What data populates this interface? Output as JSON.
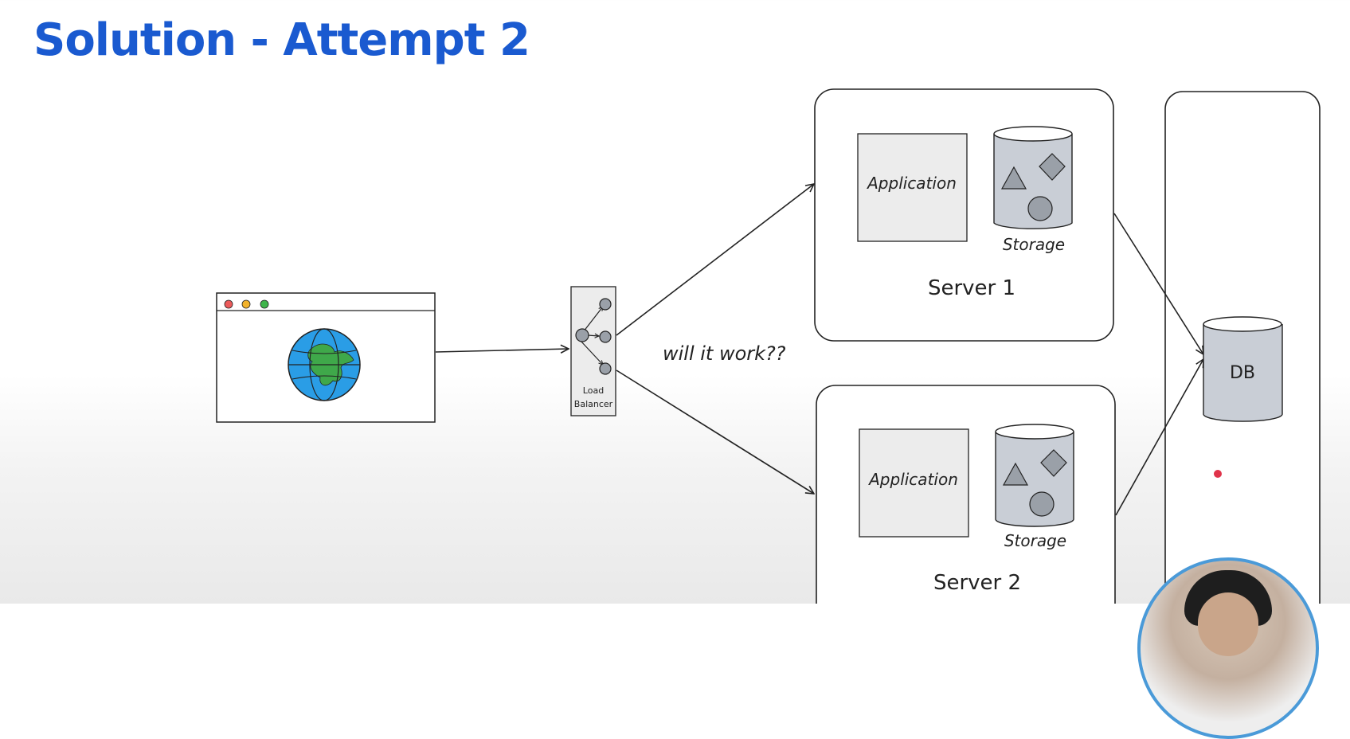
{
  "title": "Solution - Attempt 2",
  "client": {
    "icon": "browser-window-globe-icon"
  },
  "load_balancer": {
    "label_line1": "Load",
    "label_line2": "Balancer"
  },
  "annotation": "will it work??",
  "servers": [
    {
      "name": "Server 1",
      "app_label": "Application",
      "storage_label": "Storage"
    },
    {
      "name": "Server 2",
      "app_label": "Application",
      "storage_label": "Storage"
    }
  ],
  "db": {
    "label": "DB"
  },
  "colors": {
    "title": "#1a5ad0",
    "stroke": "#222222",
    "app_box_fill": "#ececec",
    "cylinder_fill": "#c9ced6",
    "globe_ocean": "#2a9de6",
    "globe_land": "#3fa84a",
    "dot_red": "#ec5a5a",
    "dot_yellow": "#f2b22a",
    "dot_green": "#3fb54b",
    "marker_dot": "#e0334a"
  }
}
